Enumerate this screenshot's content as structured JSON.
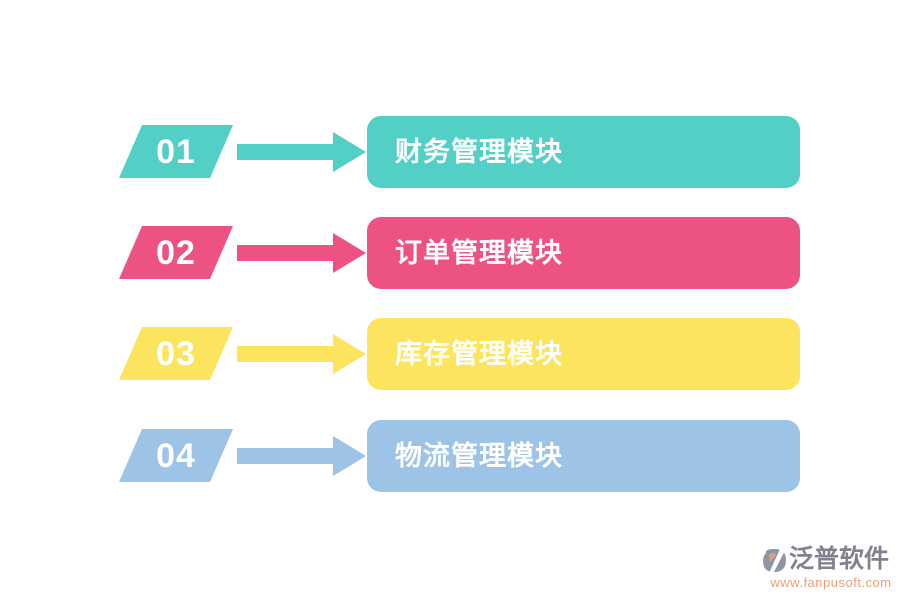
{
  "background": "#ffffff",
  "rows": [
    {
      "number": "01",
      "label": "财务管理模块",
      "color": "#53d0c5"
    },
    {
      "number": "02",
      "label": "订单管理模块",
      "color": "#ec5383"
    },
    {
      "number": "03",
      "label": "库存管理模块",
      "color": "#fce45e"
    },
    {
      "number": "04",
      "label": "物流管理模块",
      "color": "#9dc3e6"
    }
  ],
  "watermark": {
    "brand": "泛普软件",
    "url": "www.fanpusoft.com",
    "brand_color": "#82828e",
    "url_color": "#eb9f78",
    "logo_icon": "fanpu-logo-icon",
    "logo_gray": "#8e96a5",
    "logo_orange": "#d99f85"
  }
}
